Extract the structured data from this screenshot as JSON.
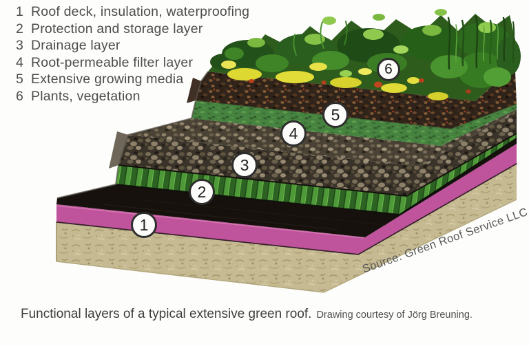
{
  "legend": {
    "items": [
      {
        "num": "1",
        "label": "Roof deck, insulation, waterproofing"
      },
      {
        "num": "2",
        "label": "Protection and storage layer"
      },
      {
        "num": "3",
        "label": "Drainage layer"
      },
      {
        "num": "4",
        "label": "Root-permeable filter layer"
      },
      {
        "num": "5",
        "label": "Extensive growing media"
      },
      {
        "num": "6",
        "label": "Plants, vegetation"
      }
    ]
  },
  "diagram": {
    "markers": [
      {
        "num": "1"
      },
      {
        "num": "2"
      },
      {
        "num": "3"
      },
      {
        "num": "4"
      },
      {
        "num": "5"
      },
      {
        "num": "6"
      }
    ],
    "source_text": "Source: Green Roof Service LLC"
  },
  "caption": {
    "main": "Functional layers of a typical extensive green roof.",
    "credit": "Drawing courtesy of Jörg Breuning."
  },
  "colors": {
    "insulation_pink": "#c0549c",
    "waterproofing_black": "#16110d",
    "protection_mat_green": "#3f8030",
    "drainage_gravel": "#3a332a",
    "filter_green": "#478340",
    "growing_media_brown": "#30231a",
    "roof_deck_tan": "#c6ba92",
    "vegetation_green": "#2e5c1d"
  }
}
